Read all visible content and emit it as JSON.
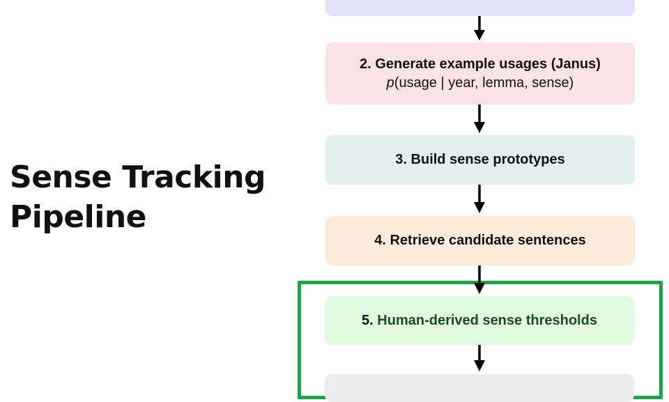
{
  "title": {
    "line1": "Sense Tracking",
    "line2": "Pipeline"
  },
  "steps": [
    {
      "label": "",
      "fill": "#e4e3fb"
    },
    {
      "label": "2. Generate example usages (Janus)",
      "sub_italic": "p",
      "sub_rest": "(usage | year, lemma, sense)",
      "fill": "#fbe1e8"
    },
    {
      "label": "3. Build sense prototypes",
      "fill": "#e2efef"
    },
    {
      "label": "4. Retrieve candidate sentences",
      "fill": "#fdebd9"
    },
    {
      "num": "5.",
      "text": "Human-derived sense thresholds",
      "fill": "#e0fbe0",
      "highlighted": true
    },
    {
      "label": "",
      "fill": "#ececec"
    }
  ],
  "colors": {
    "highlight_border": "#1aa54a",
    "arrow": "#000000"
  }
}
